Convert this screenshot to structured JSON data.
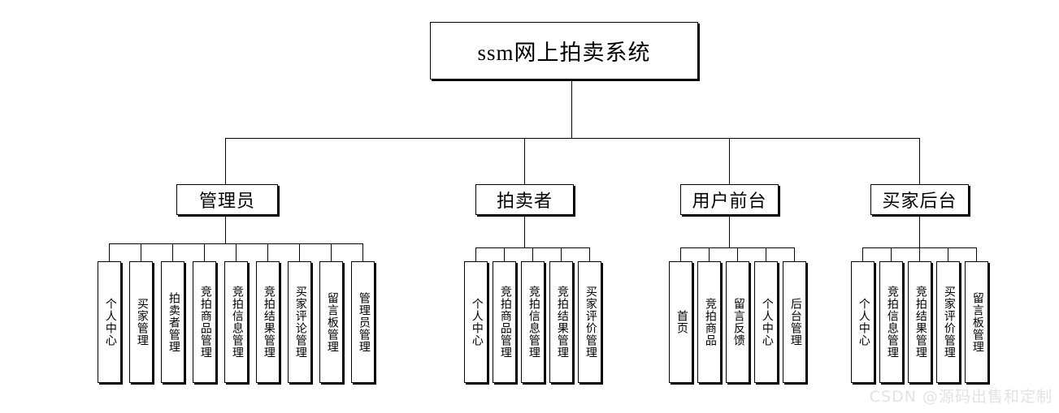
{
  "diagram": {
    "type": "org-chart",
    "title": "ssm网上拍卖系统",
    "root": {
      "label": "ssm网上拍卖系统"
    },
    "branches": [
      {
        "id": "admin",
        "label": "管理员",
        "leaves": [
          {
            "label": "个人中心"
          },
          {
            "label": "买家管理"
          },
          {
            "label": "拍卖者管理"
          },
          {
            "label": "竞拍商品管理"
          },
          {
            "label": "竞拍信息管理"
          },
          {
            "label": "竞拍结果管理"
          },
          {
            "label": "买家评论管理"
          },
          {
            "label": "留言板管理"
          },
          {
            "label": "管理员管理"
          }
        ]
      },
      {
        "id": "auctioneer",
        "label": "拍卖者",
        "leaves": [
          {
            "label": "个人中心"
          },
          {
            "label": "竞拍商品管理"
          },
          {
            "label": "竞拍信息管理"
          },
          {
            "label": "竞拍结果管理"
          },
          {
            "label": "买家评价管理"
          }
        ]
      },
      {
        "id": "user-frontend",
        "label": "用户前台",
        "leaves": [
          {
            "label": "首页"
          },
          {
            "label": "竞拍商品"
          },
          {
            "label": "留言反馈"
          },
          {
            "label": "个人中心"
          },
          {
            "label": "后台管理"
          }
        ]
      },
      {
        "id": "buyer-backend",
        "label": "买家后台",
        "leaves": [
          {
            "label": "个人中心"
          },
          {
            "label": "竞拍信息管理"
          },
          {
            "label": "竞拍结果管理"
          },
          {
            "label": "买家评价管理"
          },
          {
            "label": "留言板管理"
          }
        ]
      }
    ]
  },
  "watermark": {
    "text": "CSDN @源码出售和定制",
    "color": "#e3e3e3"
  },
  "colors": {
    "background": "#ffffff",
    "line": "#000000",
    "box_border": "#000000",
    "text": "#000000"
  }
}
